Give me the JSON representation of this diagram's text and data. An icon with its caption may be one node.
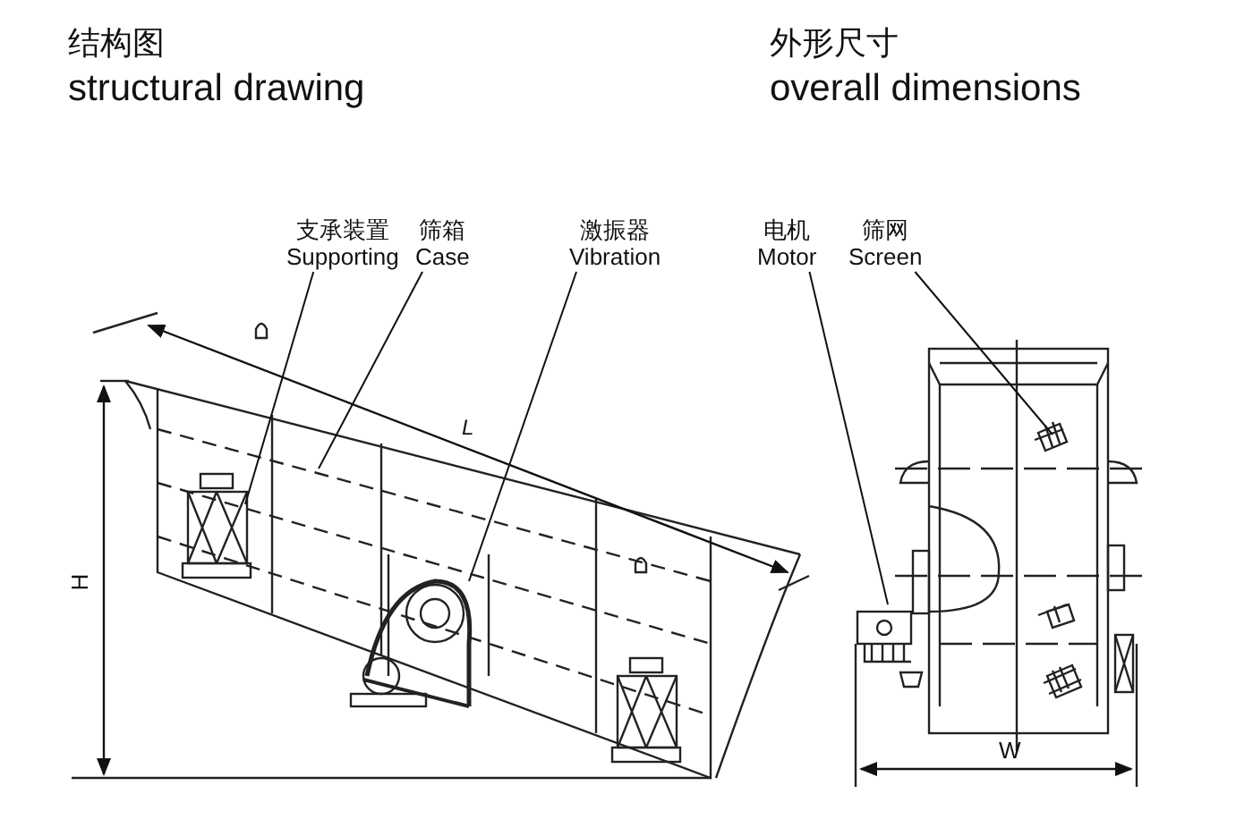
{
  "diagram": {
    "nodes": [
      {
        "text": [
          "支承装置",
          "Supporting"
        ]
      },
      {
        "text": [
          "筛箱",
          "Case"
        ]
      },
      {
        "text": [
          "激振器",
          "Vibration"
        ]
      },
      {
        "text": [
          "电机",
          "Motor"
        ]
      },
      {
        "text": [
          "筛网",
          "Screen"
        ]
      }
    ],
    "edges": [
      {
        "from": 0,
        "to": null,
        "arrow": "none"
      },
      {
        "from": 1,
        "to": null,
        "arrow": "none"
      },
      {
        "from": 2,
        "to": null,
        "arrow": "none"
      },
      {
        "from": 3,
        "to": null,
        "arrow": "none"
      },
      {
        "from": 4,
        "to": null,
        "arrow": "none"
      }
    ],
    "labels": [
      "结构图",
      "structural drawing",
      "外形尺寸",
      "overall dimensions",
      "L",
      "H",
      "W"
    ]
  }
}
